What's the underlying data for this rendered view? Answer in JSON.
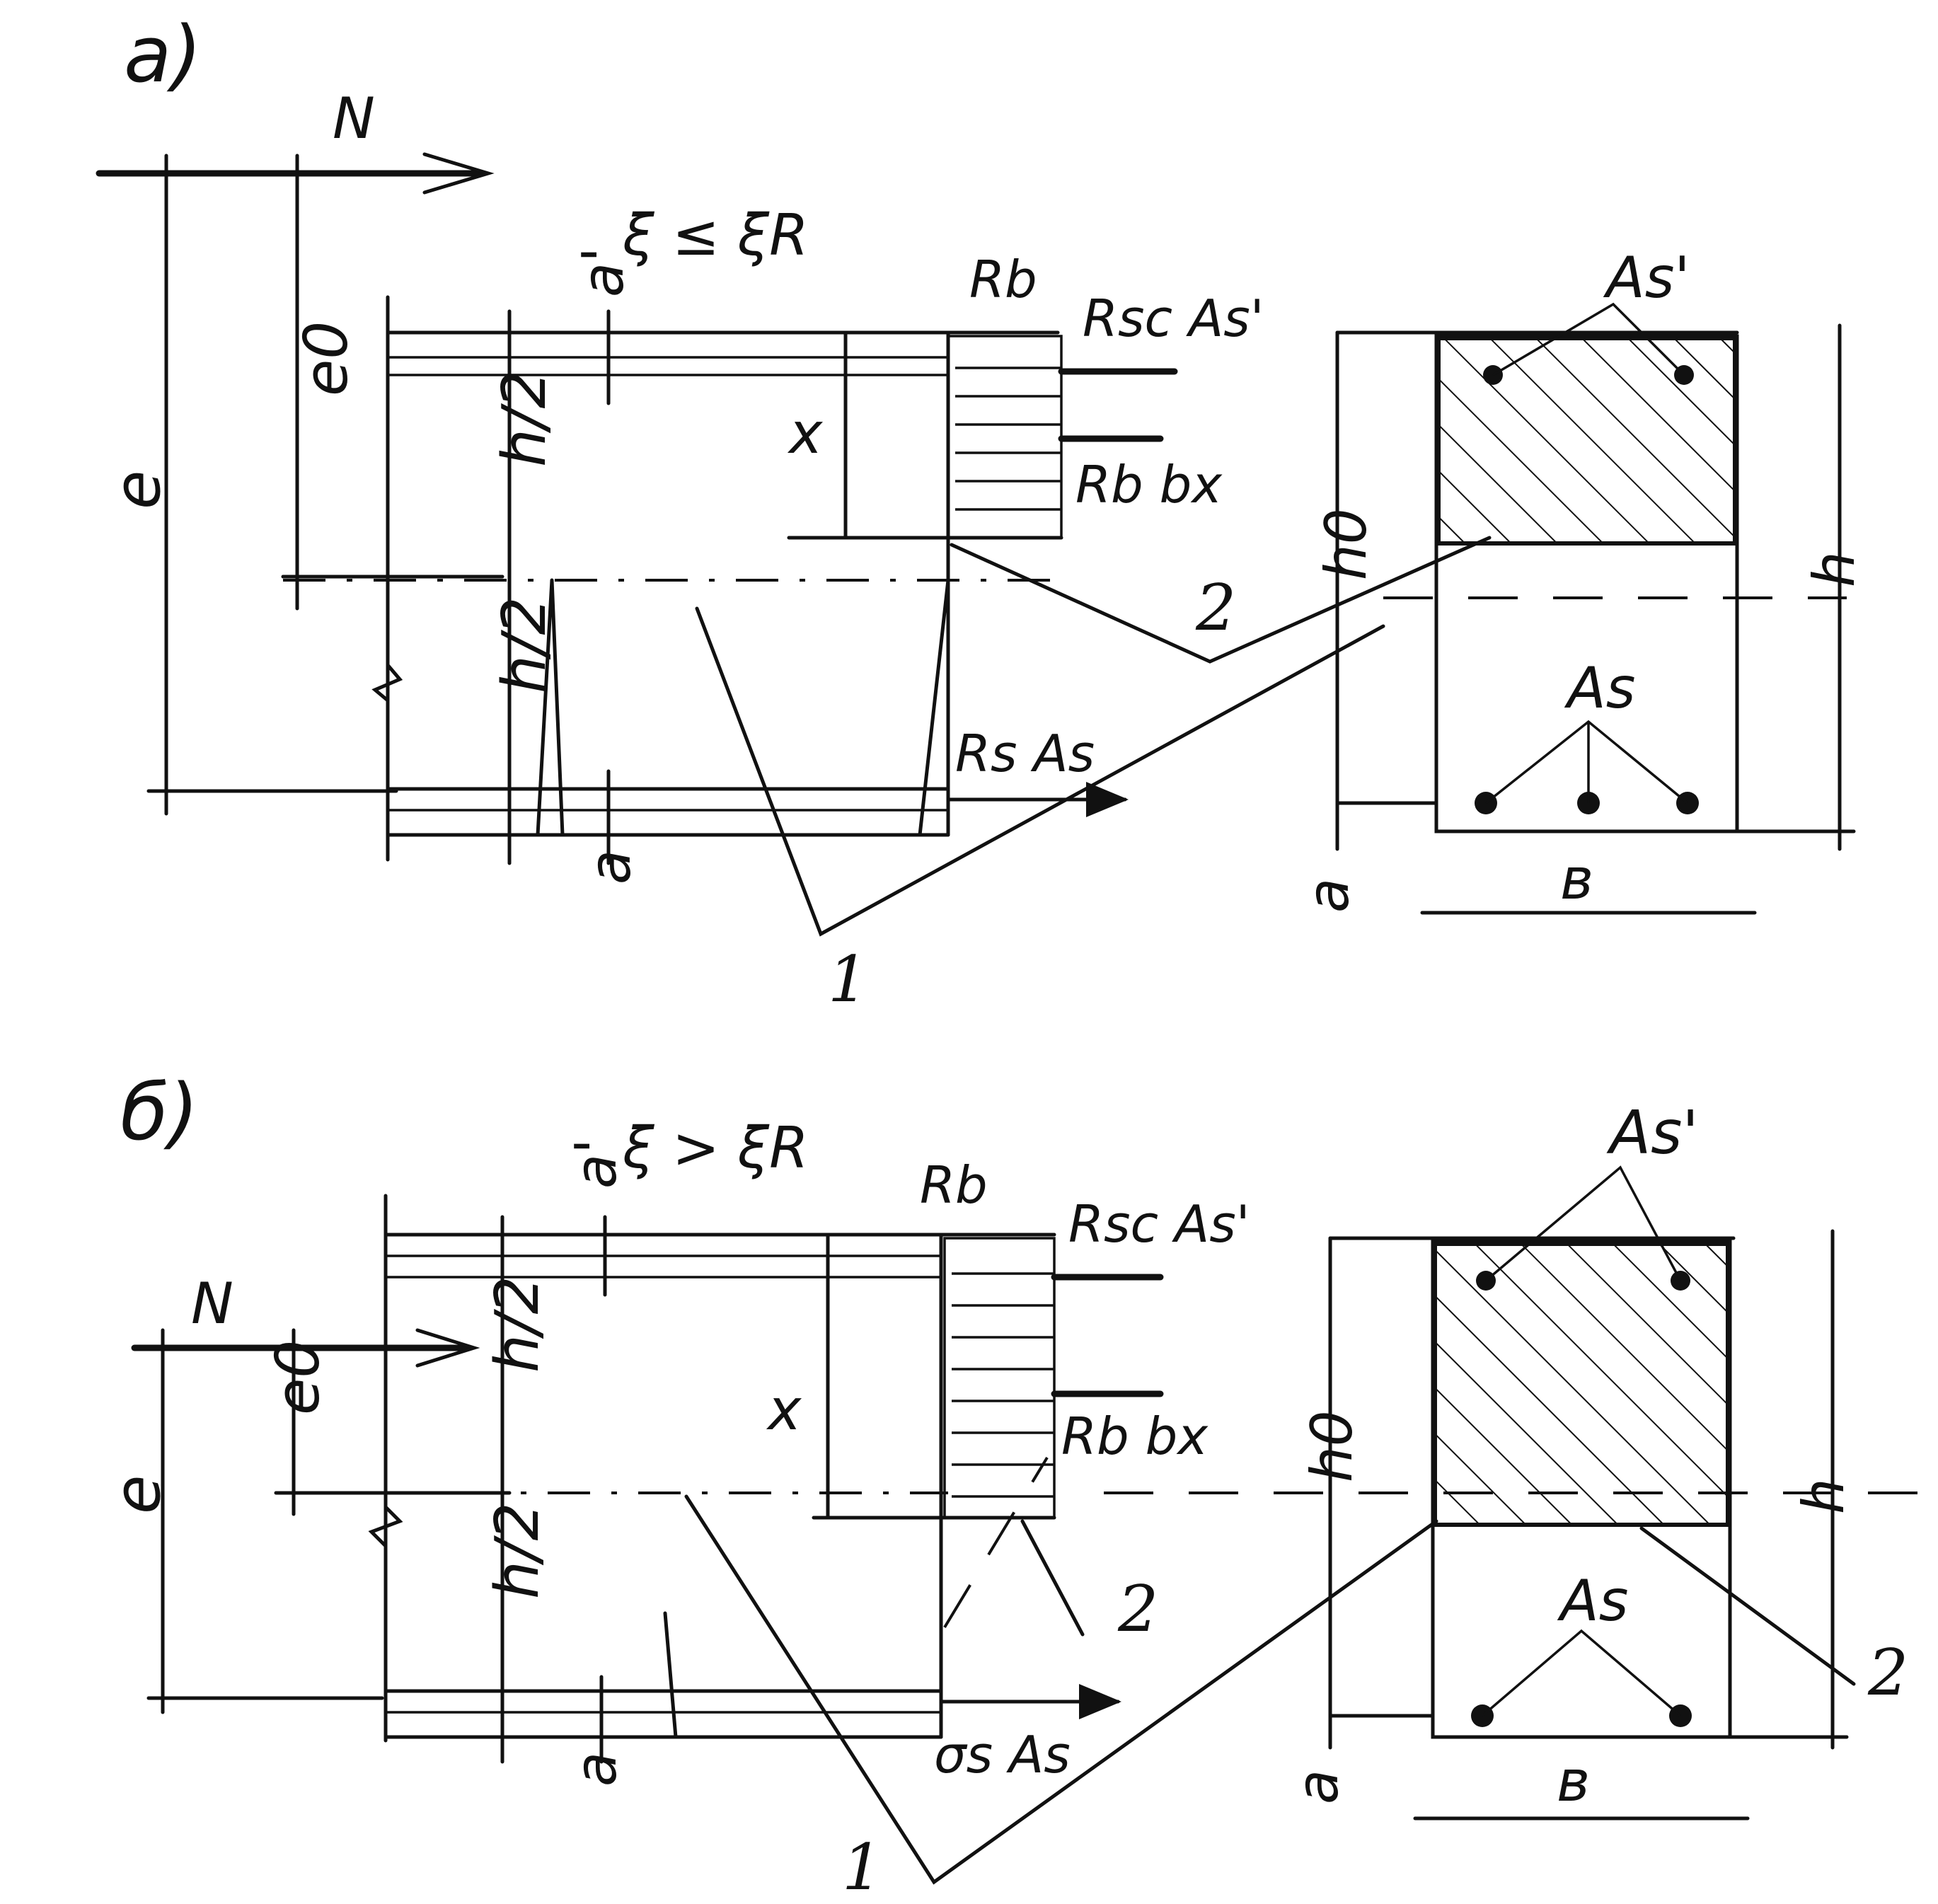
{
  "panel_a": {
    "label": "а)",
    "condition": "ξ ≤ ξR",
    "force": "N",
    "e": "e",
    "e0": "e0",
    "h_half_top": "h/2",
    "h_half_bottom": "h/2",
    "a_prime": "a'",
    "a": "a",
    "x": "x",
    "Rb": "Rb",
    "RscAs": "Rsc As'",
    "Rbbx": "Rb bx",
    "RsAs": "Rs As",
    "callout_1": "1",
    "callout_2": "2",
    "section": {
      "As_top": "As'",
      "As_bottom": "As",
      "h0": "h0",
      "h": "h",
      "b": "в",
      "a": "a"
    }
  },
  "panel_b": {
    "label": "б)",
    "condition": "ξ > ξR",
    "force": "N",
    "e": "e",
    "e0": "e0",
    "h_half_top": "h/2",
    "h_half_bottom": "h/2",
    "a_prime": "a'",
    "a": "a",
    "x": "x",
    "Rb": "Rb",
    "RscAs": "Rsc As'",
    "Rbbx": "Rb bx",
    "sigmaAs": "σs As",
    "callout_1": "1",
    "callout_2": "2",
    "section": {
      "As_top": "As'",
      "As_bottom": "As",
      "h0": "h0",
      "h": "h",
      "b": "в",
      "a": "a",
      "callout_2": "2"
    }
  }
}
